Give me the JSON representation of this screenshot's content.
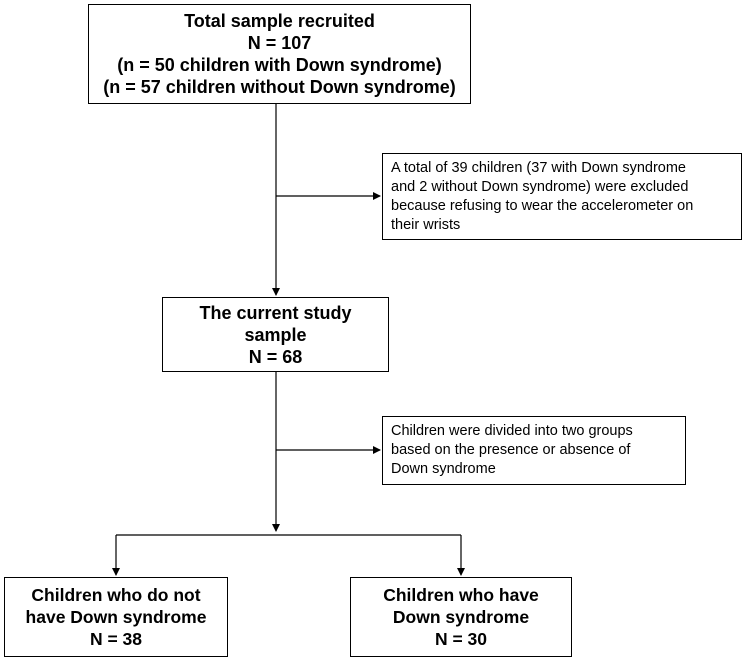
{
  "total_sample": {
    "title": "Total sample recruited",
    "n": "N = 107",
    "ds": "(n = 50 children with Down syndrome)",
    "non_ds": "(n = 57 children without Down syndrome)"
  },
  "exclusion": {
    "line1": "A total of 39 children (37 with Down syndrome",
    "line2": "and 2 without Down syndrome) were excluded",
    "line3": "because refusing to wear the accelerometer on",
    "line4": "their wrists"
  },
  "current_sample": {
    "line1": "The current study",
    "line2": "sample",
    "n": "N = 68"
  },
  "division": {
    "line1": "Children were divided into two groups",
    "line2": "based on the presence or absence of",
    "line3": "Down syndrome"
  },
  "group_non_ds": {
    "line1": "Children who do not",
    "line2": "have Down syndrome",
    "n": "N = 38"
  },
  "group_ds": {
    "line1": "Children who have",
    "line2": "Down syndrome",
    "n": "N = 30"
  }
}
